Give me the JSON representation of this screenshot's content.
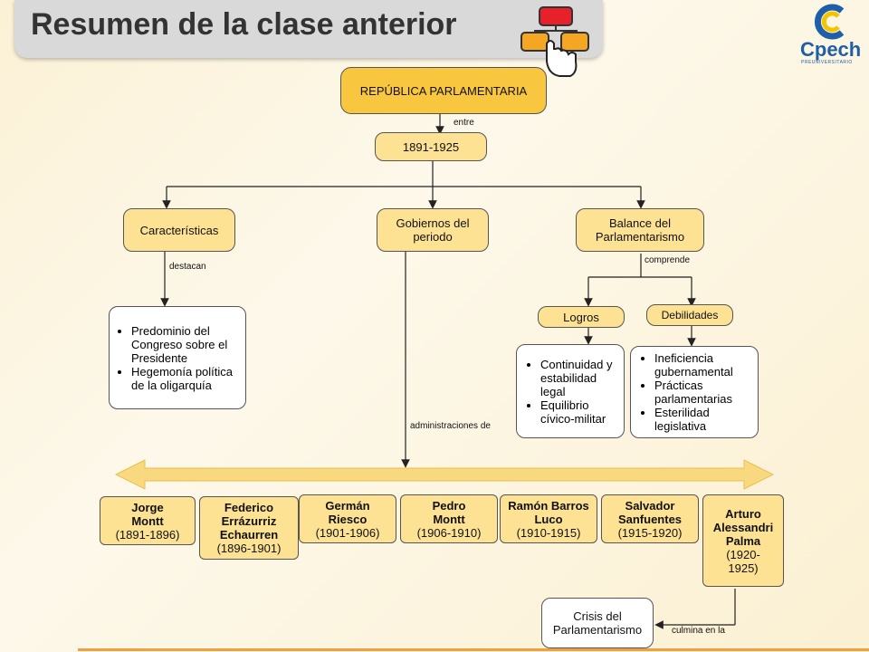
{
  "header": {
    "title": "Resumen de la clase anterior"
  },
  "logo": {
    "name": "Cpech",
    "tagline": "PREUNIVERSITARIO"
  },
  "map": {
    "root": "REPÚBLICA PARLAMENTARIA",
    "label_entre": "entre",
    "period": "1891-1925",
    "branches": {
      "caracteristicas": "Características",
      "gobiernos": "Gobiernos del periodo",
      "balance": "Balance del Parlamentarismo"
    },
    "label_destacan": "destacan",
    "label_comprende": "comprende",
    "label_administraciones": "administraciones de",
    "caracteristicas_items": [
      "Predominio del Congreso sobre el Presidente",
      "Hegemonía política de la oligarquía"
    ],
    "logros": "Logros",
    "debilidades": "Debilidades",
    "logros_items": [
      "Continuidad y estabilidad legal",
      "Equilibrio cívico-militar"
    ],
    "debilidades_items": [
      "Ineficiencia gubernamental",
      "Prácticas parlamentarias",
      "Esterilidad legislativa"
    ],
    "crisis": "Crisis del Parlamentarismo",
    "label_culmina": "culmina en la"
  },
  "presidents": [
    {
      "name": "Jorge Montt",
      "years": "(1891-1896)"
    },
    {
      "name": "Federico Errázurriz Echaurren",
      "years": "(1896-1901)"
    },
    {
      "name": "Germán Riesco",
      "years": "(1901-1906)"
    },
    {
      "name": "Pedro Montt",
      "years": "(1906-1910)"
    },
    {
      "name": "Ramón Barros Luco",
      "years": "(1910-1915)"
    },
    {
      "name": "Salvador Sanfuentes",
      "years": "(1915-1920)"
    },
    {
      "name": "Arturo Alessandri Palma",
      "years": "(1920-1925)"
    }
  ],
  "colors": {
    "root": "#f9c640",
    "node": "#fde294",
    "arrow": "#f9d980",
    "header_bg": "#d9d9d9",
    "logo": "#1f5fa8"
  }
}
